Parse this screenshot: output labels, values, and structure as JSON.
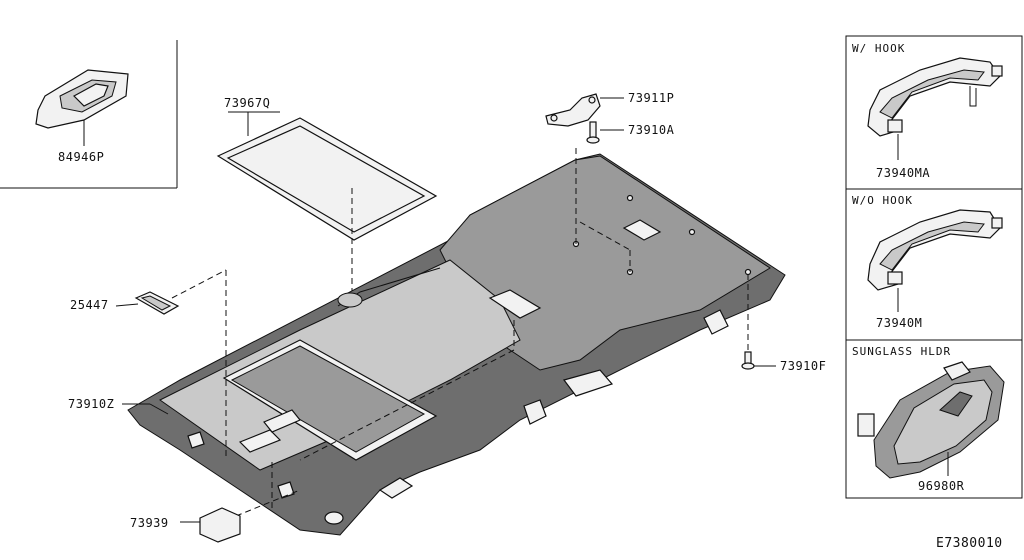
{
  "diagram": {
    "code": "E7380010",
    "parts": [
      {
        "id": "p84946P",
        "label": "84946P"
      },
      {
        "id": "p73967Q",
        "label": "73967Q"
      },
      {
        "id": "p73911P",
        "label": "73911P"
      },
      {
        "id": "p73910A",
        "label": "73910A"
      },
      {
        "id": "p25447",
        "label": "25447"
      },
      {
        "id": "p73910Z",
        "label": "73910Z"
      },
      {
        "id": "p73910F",
        "label": "73910F"
      },
      {
        "id": "p73939",
        "label": "73939"
      },
      {
        "id": "p73940MA",
        "label": "73940MA"
      },
      {
        "id": "p73940M",
        "label": "73940M"
      },
      {
        "id": "p96980R",
        "label": "96980R"
      }
    ],
    "boxes": {
      "with_hook": "W/ HOOK",
      "without_hook": "W/O HOOK",
      "sunglass_holder": "SUNGLASS HLDR"
    }
  }
}
